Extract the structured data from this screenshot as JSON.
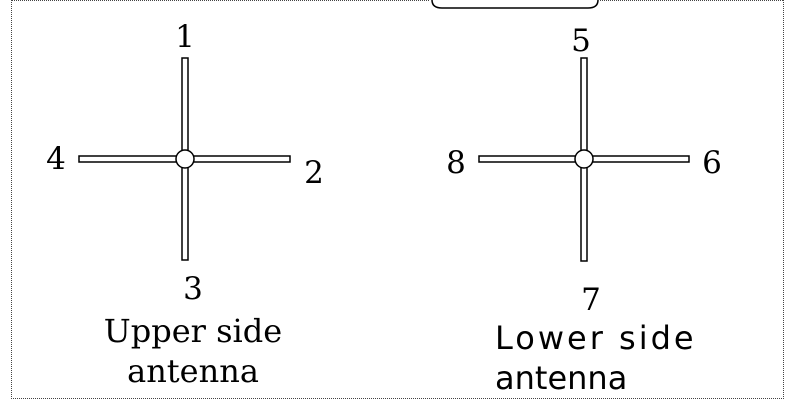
{
  "upper_antenna": {
    "elements": [
      {
        "id": "1",
        "label": "1"
      },
      {
        "id": "2",
        "label": "2"
      },
      {
        "id": "3",
        "label": "3"
      },
      {
        "id": "4",
        "label": "4"
      }
    ],
    "caption_line1": "Upper side",
    "caption_line2": "antenna"
  },
  "lower_antenna": {
    "elements": [
      {
        "id": "5",
        "label": "5"
      },
      {
        "id": "6",
        "label": "6"
      },
      {
        "id": "7",
        "label": "7"
      },
      {
        "id": "8",
        "label": "8"
      }
    ],
    "caption_line1": "Lower side",
    "caption_line2": "antenna"
  }
}
